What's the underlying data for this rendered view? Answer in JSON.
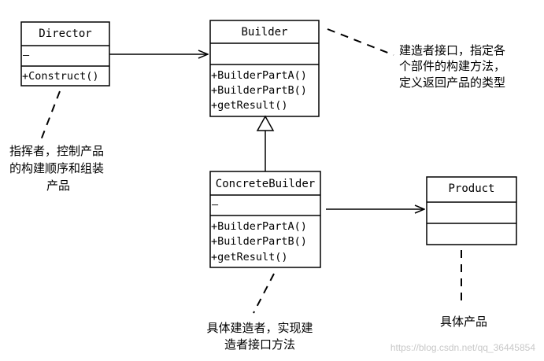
{
  "classes": {
    "director": {
      "name": "Director",
      "attributes": "—",
      "methods": [
        "+Construct()"
      ]
    },
    "builder": {
      "name": "Builder",
      "attributes": "",
      "methods": [
        "+BuilderPartA()",
        "+BuilderPartB()",
        "+getResult()"
      ]
    },
    "concrete_builder": {
      "name": "ConcreteBuilder",
      "attributes": "—",
      "methods": [
        "+BuilderPartA()",
        "+BuilderPartB()",
        "+getResult()"
      ]
    },
    "product": {
      "name": "Product",
      "attributes": "",
      "methods": []
    }
  },
  "notes": {
    "builder": [
      "建造者接口，指定各",
      "个部件的构建方法，",
      "定义返回产品的类型"
    ],
    "director": [
      "指挥者，控制产品",
      "的构建顺序和组装",
      "产品"
    ],
    "concrete_builder": [
      "具体建造者，实现建",
      "造者接口方法"
    ],
    "product": [
      "具体产品"
    ]
  },
  "watermark": "https://blog.csdn.net/qq_36445854"
}
